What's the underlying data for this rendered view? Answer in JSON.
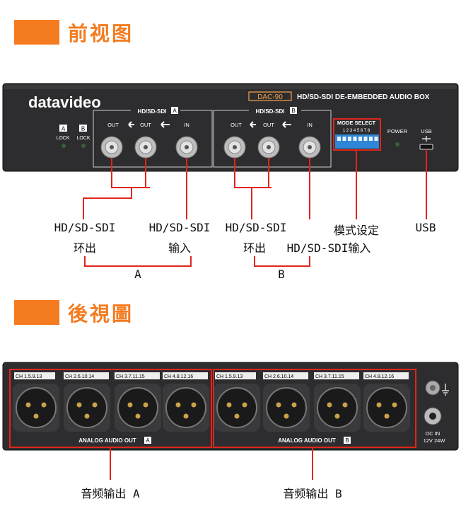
{
  "front": {
    "heading": "前视图",
    "device": {
      "brand": "datavideo",
      "model_badge": "DAC-90",
      "description": "HD/SD-SDI DE-EMBEDDED AUDIO BOX",
      "lock_a_letter": "A",
      "lock_b_letter": "B",
      "lock_label": "LOCK",
      "group_a_title": "HD/SD-SDI",
      "group_a_letter": "A",
      "group_b_title": "HD/SD-SDI",
      "group_b_letter": "B",
      "out_label": "OUT",
      "in_label": "IN",
      "mode_select": "MODE SELECT",
      "dip_numbers": "1 2 3 4 5 6 7 8",
      "power_label": "POWER",
      "usb_label": "USB"
    },
    "callouts": {
      "a_loop_line1": "HD/SD-SDI",
      "a_loop_line2": "环出",
      "a_in_line1": "HD/SD-SDI",
      "a_in_line2": "输入",
      "b_loop_line1": "HD/SD-SDI",
      "b_loop_line2": "环出",
      "b_in_line2": "HD/SD-SDI输入",
      "mode": "模式设定",
      "usb": "USB",
      "group_a": "A",
      "group_b": "B"
    }
  },
  "rear": {
    "heading": "後視圖",
    "device": {
      "ch_prefix": "CH",
      "channels_a": [
        "1.5.9.13",
        "2.6.10.14",
        "3.7.11.15",
        "4.8.12.16"
      ],
      "channels_b": [
        "1.5.9.13",
        "2.6.10.14",
        "3.7.11.15",
        "4.8.12.16"
      ],
      "analog_out_label": "ANALOG AUDIO OUT",
      "analog_out_a": "A",
      "analog_out_b": "B",
      "dc_in_line1": "DC IN",
      "dc_in_line2": "12V 24W"
    },
    "callouts": {
      "audio_out_a": "音频输出 A",
      "audio_out_b": "音频输出 B"
    }
  },
  "colors": {
    "accent_orange": "#f47b20",
    "callout_red": "#e1251b",
    "panel_dark": "#2d2d2f",
    "dip_blue": "#2f86d6"
  }
}
